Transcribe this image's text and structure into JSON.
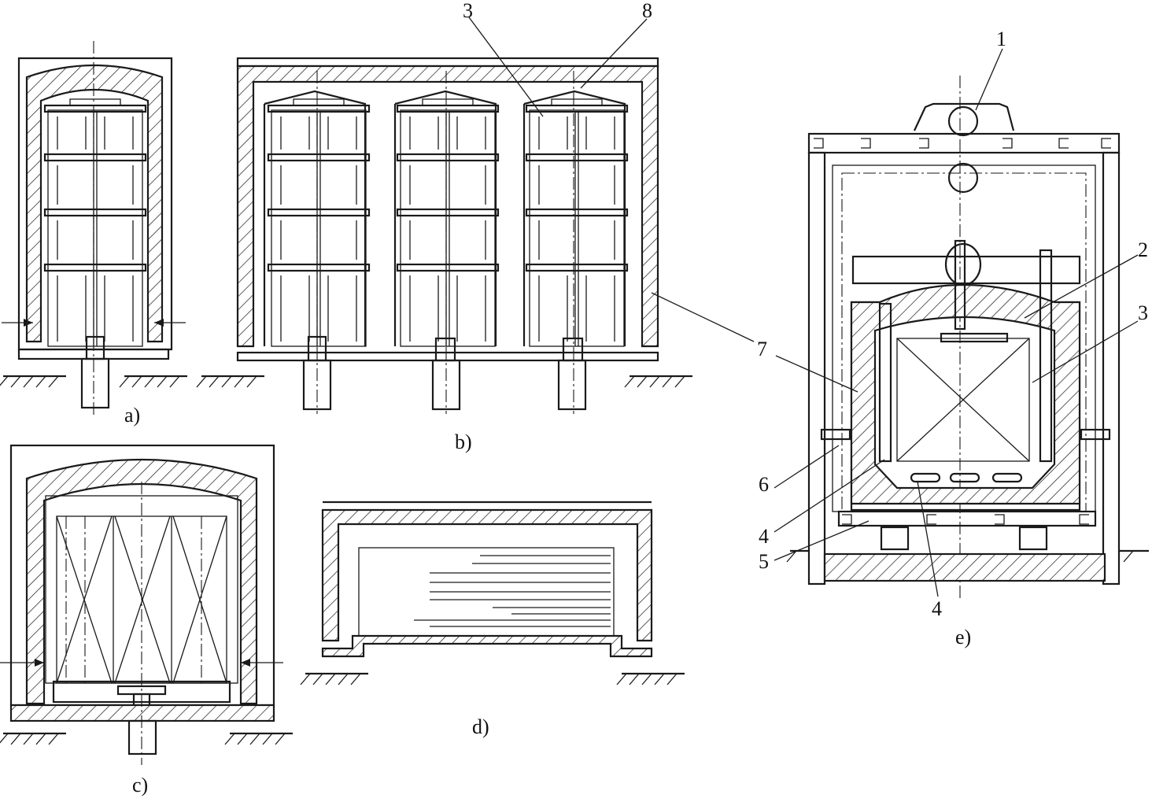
{
  "captions": {
    "a": "a)",
    "b": "b)",
    "c": "c)",
    "d": "d)",
    "e": "e)"
  },
  "callouts": {
    "b_3": "3",
    "b_8": "8",
    "b_7": "7",
    "e_1": "1",
    "e_2": "2",
    "e_3": "3",
    "e_4a": "4",
    "e_4b": "4",
    "e_5": "5",
    "e_6": "6",
    "e_7": "7"
  }
}
